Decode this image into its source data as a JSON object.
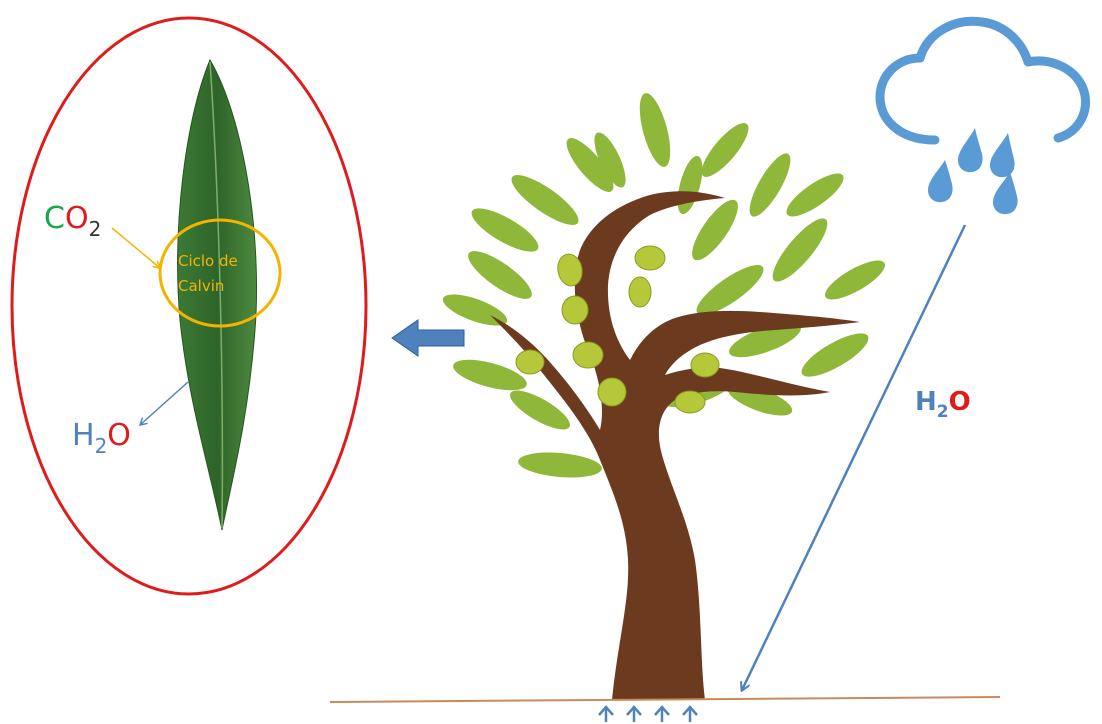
{
  "leaf_panel": {
    "co2": {
      "element": "C",
      "rest": "O",
      "sub": "2",
      "color_c": "#1aa64a",
      "color_o": "#e01b1b",
      "color_sub": "#333333"
    },
    "h2o": {
      "h": "H",
      "sub": "2",
      "o": "O",
      "color_h": "#4f81bd",
      "color_o": "#e01b1b"
    },
    "calvin_line1": "Ciclo de",
    "calvin_line2": "Calvin",
    "calvin_color": "#f5b300",
    "ellipse_color": "#e01b1b"
  },
  "rain_label": {
    "h": "H",
    "sub": "2",
    "o": "O",
    "color_h": "#4f81bd",
    "color_o": "#e01b1b"
  },
  "colors": {
    "cloud": "#5b9bd5",
    "arrow": "#4f81bd",
    "trunk": "#6b3a1f",
    "leaf": "#8fb83a",
    "olive": "#b5c83a",
    "ground": "#c98b5a",
    "leaf_blade": "#2f6b2a"
  },
  "icons": [
    "cloud-rain-icon",
    "olive-tree-icon",
    "leaf-icon",
    "left-arrow-icon"
  ]
}
